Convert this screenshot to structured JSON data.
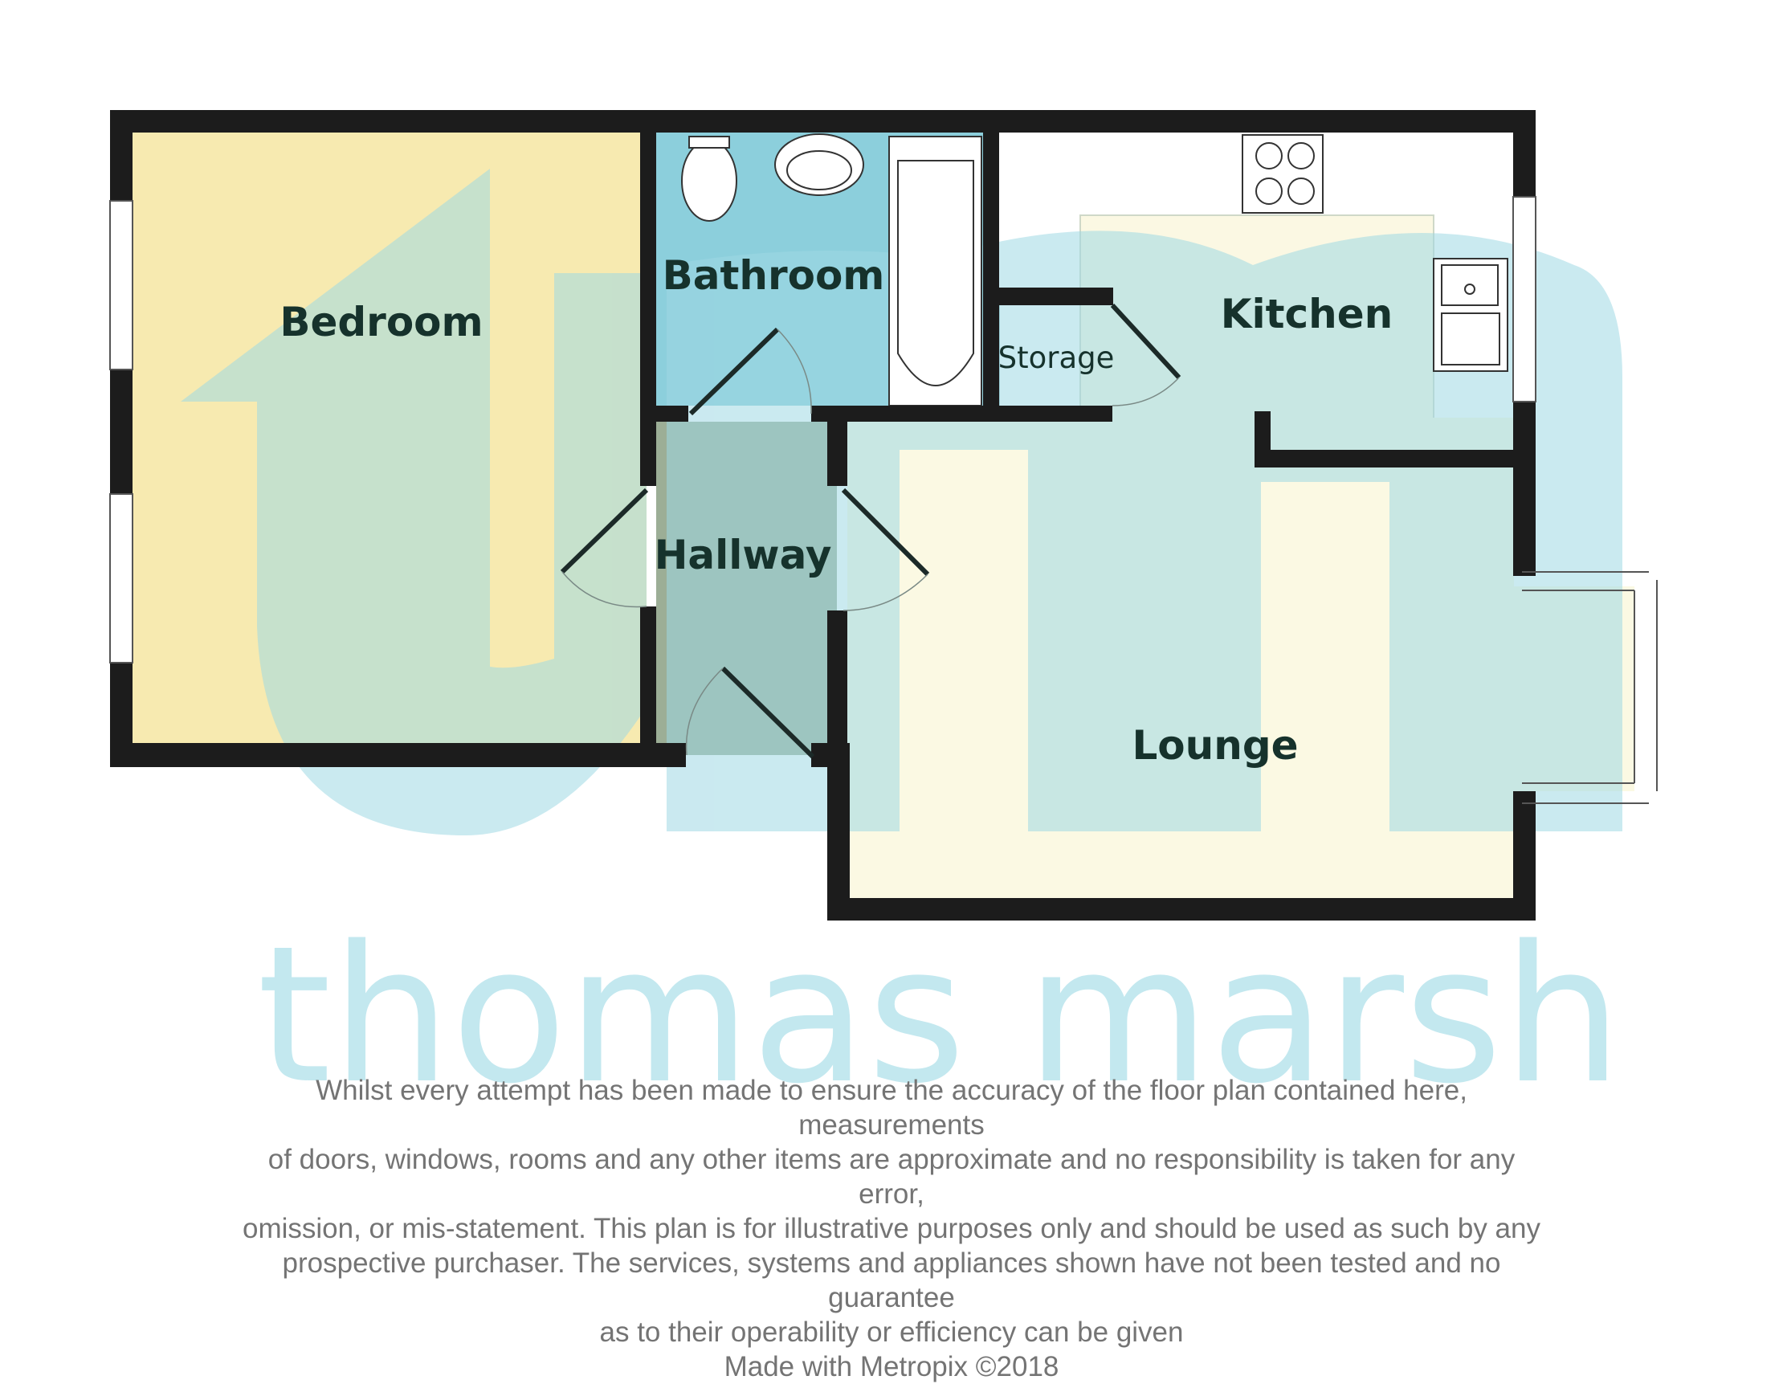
{
  "rooms": {
    "bedroom": "Bedroom",
    "bathroom": "Bathroom",
    "kitchen": "Kitchen",
    "storage": "Storage",
    "hallway": "Hallway",
    "lounge": "Lounge"
  },
  "watermark": {
    "brand": "thomas marsh",
    "color": "#c3e8ef"
  },
  "disclaimer": {
    "lines": [
      "Whilst every attempt has been made to ensure the accuracy of the floor plan contained here, measurements",
      "of doors, windows, rooms and any other items are approximate and no responsibility is taken for any error,",
      "omission, or mis-statement. This plan is for illustrative purposes only and should be used as such by any",
      "prospective purchaser. The services, systems and appliances shown have not been tested and no guarantee",
      "as to their operability or efficiency can be given"
    ],
    "credit": "Made with Metropix ©2018"
  },
  "colors": {
    "wall": "#1c1c1c",
    "bedroom": "#f7eab0",
    "bathroom": "#8ccfdc",
    "hallway": "#9cae96",
    "storage": "#97bfc4",
    "kitchen": "#fbf8e3",
    "lounge": "#fbf9e3",
    "logo_overlay": "#9fd8e4"
  }
}
